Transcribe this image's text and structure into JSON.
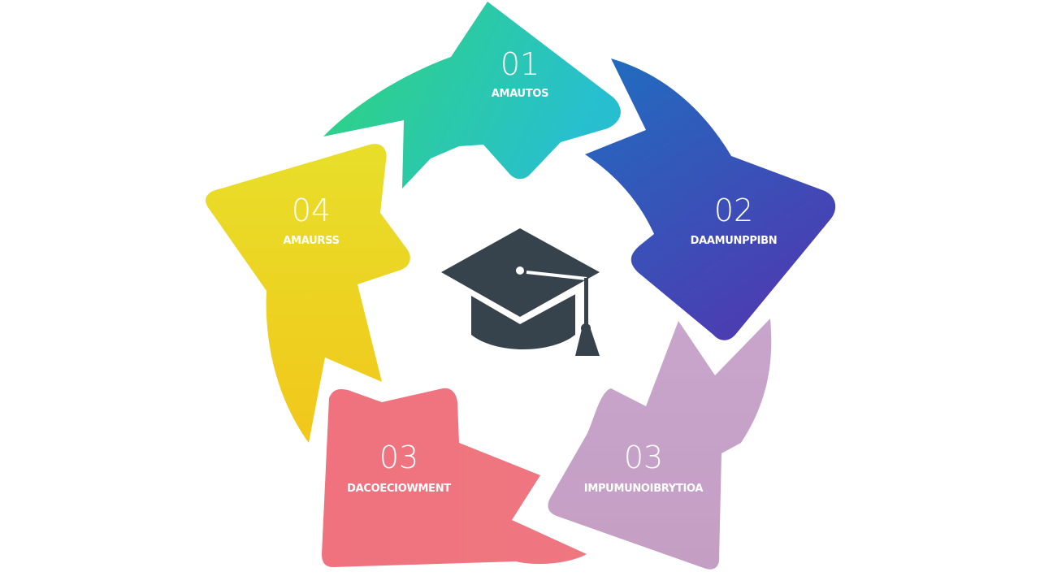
{
  "steps": [
    {
      "id": "step-1",
      "number": "01",
      "label": "AMAUTOS",
      "color_start": "#2fd57a",
      "color_end": "#27bfd0"
    },
    {
      "id": "step-2",
      "number": "02",
      "label": "DAAMUNPPIBN",
      "color_start": "#1f6ec0",
      "color_end": "#4c3cb2"
    },
    {
      "id": "step-3",
      "number": "03",
      "label": "IMPUMUNOIBRYTIOA",
      "color_start": "#c8a5cc",
      "color_end": "#c59ec3"
    },
    {
      "id": "step-4",
      "number": "03",
      "label": "DACOECIOWMENT",
      "color_start": "#ef727e",
      "color_end": "#ef7780"
    },
    {
      "id": "step-5",
      "number": "04",
      "label": "AMAURSS",
      "color_start": "#e8df2a",
      "color_end": "#f1c71b"
    }
  ],
  "center_icon": {
    "name": "graduation-cap-icon",
    "color": "#37434c"
  }
}
